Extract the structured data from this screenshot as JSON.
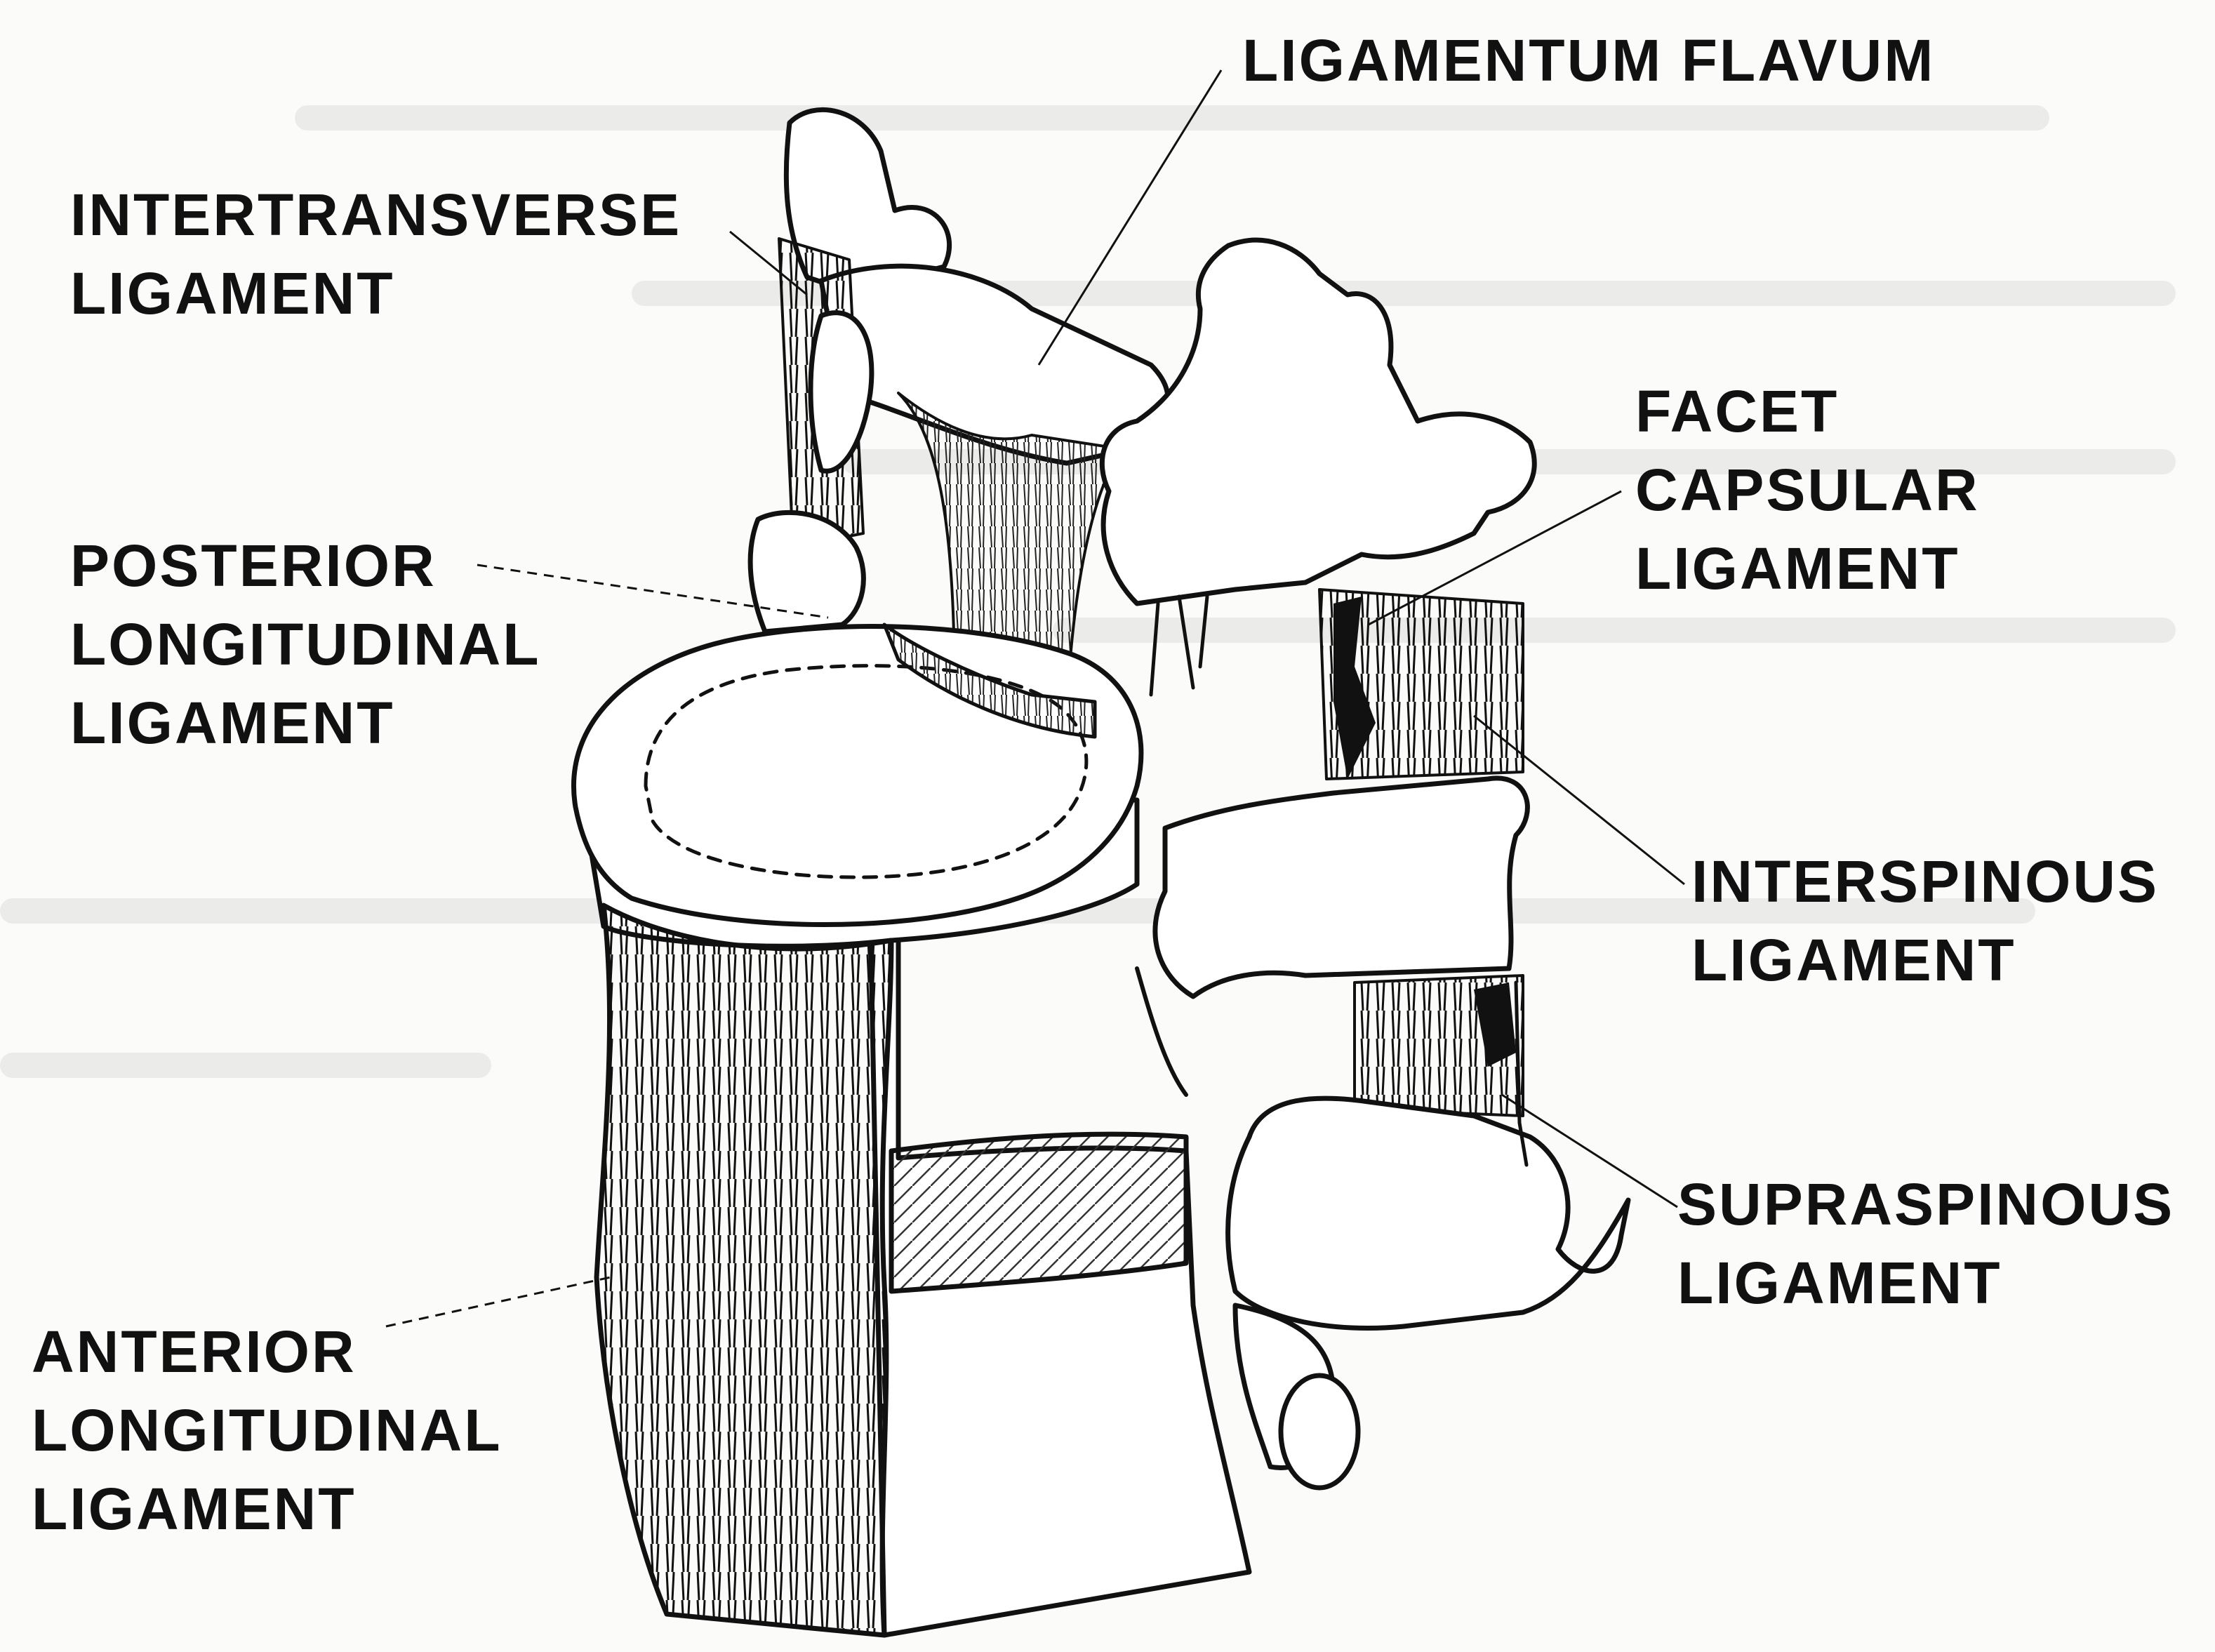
{
  "labels": {
    "ligamentum_flavum": [
      "LIGAMENTUM FLAVUM"
    ],
    "intertransverse": [
      "INTERTRANSVERSE",
      "LIGAMENT"
    ],
    "facet_capsular": [
      "FACET",
      "CAPSULAR",
      "LIGAMENT"
    ],
    "posterior_longitudinal": [
      "POSTERIOR",
      "LONGITUDINAL",
      "LIGAMENT"
    ],
    "interspinous": [
      "INTERSPINOUS",
      "LIGAMENT"
    ],
    "supraspinous": [
      "SUPRASPINOUS",
      "LIGAMENT"
    ],
    "anterior_longitudinal": [
      "ANTERIOR",
      "LONGITUDINAL",
      "LIGAMENT"
    ]
  },
  "colors": {
    "ink": "#111111",
    "bone": "#ffffff",
    "shade": "#cfcfcf",
    "background": "#fbfbfa"
  }
}
